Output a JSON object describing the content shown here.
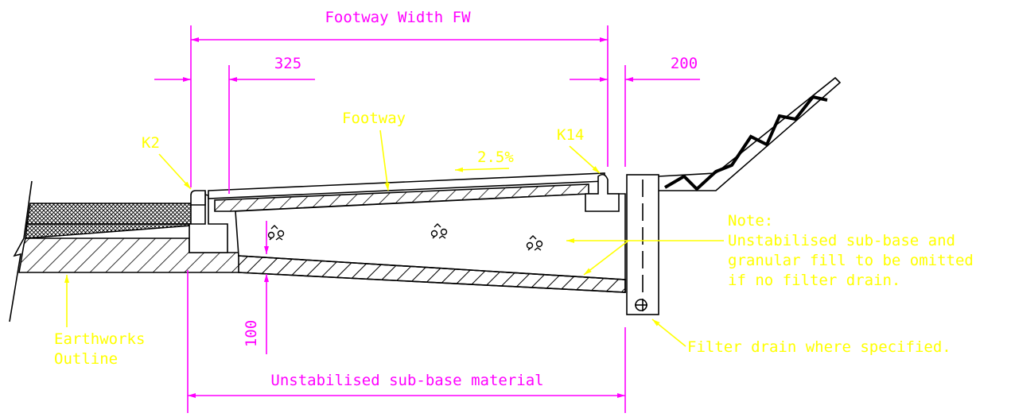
{
  "colors": {
    "dimension": "#ff00ff",
    "annotation": "#ffff00",
    "linework": "#000000",
    "background": "#ffffff"
  },
  "labels": {
    "footway_width": "Footway Width FW",
    "dim_325": "325",
    "dim_200": "200",
    "dim_100": "100",
    "footway": "Footway",
    "k2": "K2",
    "k14": "K14",
    "slope": "2.5%",
    "note_title": "Note:",
    "note_line1": "Unstabilised sub-base and",
    "note_line2": "granular fill to be omitted",
    "note_line3": "if no filter drain.",
    "earthworks_line1": "Earthworks",
    "earthworks_line2": "Outline",
    "subbase": "Unstabilised sub-base material",
    "filter_drain": "Filter drain where specified."
  }
}
